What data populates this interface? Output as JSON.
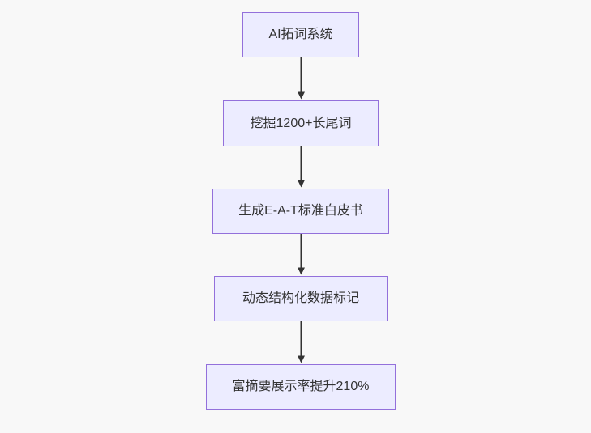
{
  "diagram": {
    "type": "flowchart",
    "direction": "top-down",
    "nodes": [
      {
        "id": "n1",
        "label": "AI拓词系统"
      },
      {
        "id": "n2",
        "label": "挖掘1200+长尾词"
      },
      {
        "id": "n3",
        "label": "生成E-A-T标准白皮书"
      },
      {
        "id": "n4",
        "label": "动态结构化数据标记"
      },
      {
        "id": "n5",
        "label": "富摘要展示率提升210%"
      }
    ],
    "edges": [
      {
        "from": "n1",
        "to": "n2"
      },
      {
        "from": "n2",
        "to": "n3"
      },
      {
        "from": "n3",
        "to": "n4"
      },
      {
        "from": "n4",
        "to": "n5"
      }
    ],
    "colors": {
      "node_fill": "#ECECFF",
      "node_border": "#9370DB",
      "node_text": "#333333",
      "arrow": "#333333",
      "background": "#F8F8F8"
    }
  }
}
